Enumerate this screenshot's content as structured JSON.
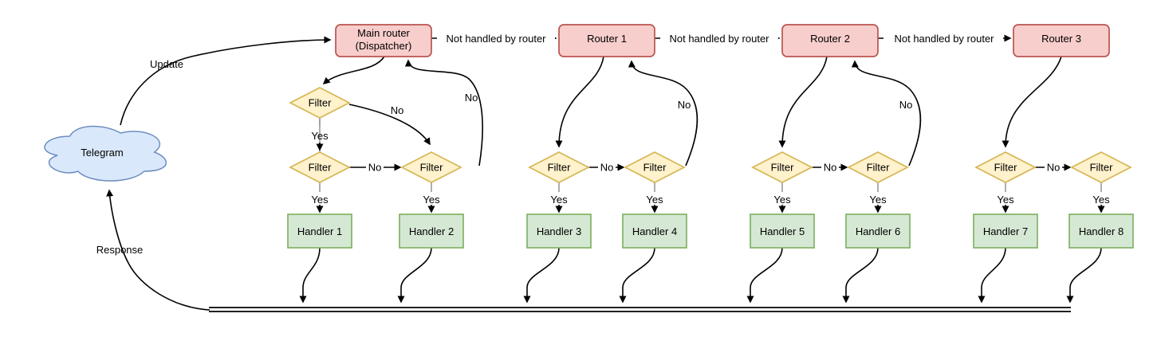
{
  "cloud": {
    "label": "Telegram"
  },
  "labels": {
    "update": "Update",
    "response": "Response",
    "not_handled": "Not handled by router",
    "yes": "Yes",
    "no": "No",
    "filter": "Filter"
  },
  "routers": [
    {
      "label": "Main router",
      "sublabel": "(Dispatcher)"
    },
    {
      "label": "Router 1"
    },
    {
      "label": "Router 2"
    },
    {
      "label": "Router 3"
    }
  ],
  "handlers": [
    {
      "label": "Handler 1"
    },
    {
      "label": "Handler 2"
    },
    {
      "label": "Handler 3"
    },
    {
      "label": "Handler 4"
    },
    {
      "label": "Handler 5"
    },
    {
      "label": "Handler 6"
    },
    {
      "label": "Handler 7"
    },
    {
      "label": "Handler 8"
    }
  ],
  "colors": {
    "router_fill": "#f8cecc",
    "router_stroke": "#b85450",
    "filter_fill": "#fff2cc",
    "filter_stroke": "#d6b656",
    "handler_fill": "#d5e8d4",
    "handler_stroke": "#82b366",
    "cloud_fill": "#dae8fc",
    "cloud_stroke": "#6c8ebf",
    "edge": "#000000",
    "yes_stub": "#999999"
  }
}
